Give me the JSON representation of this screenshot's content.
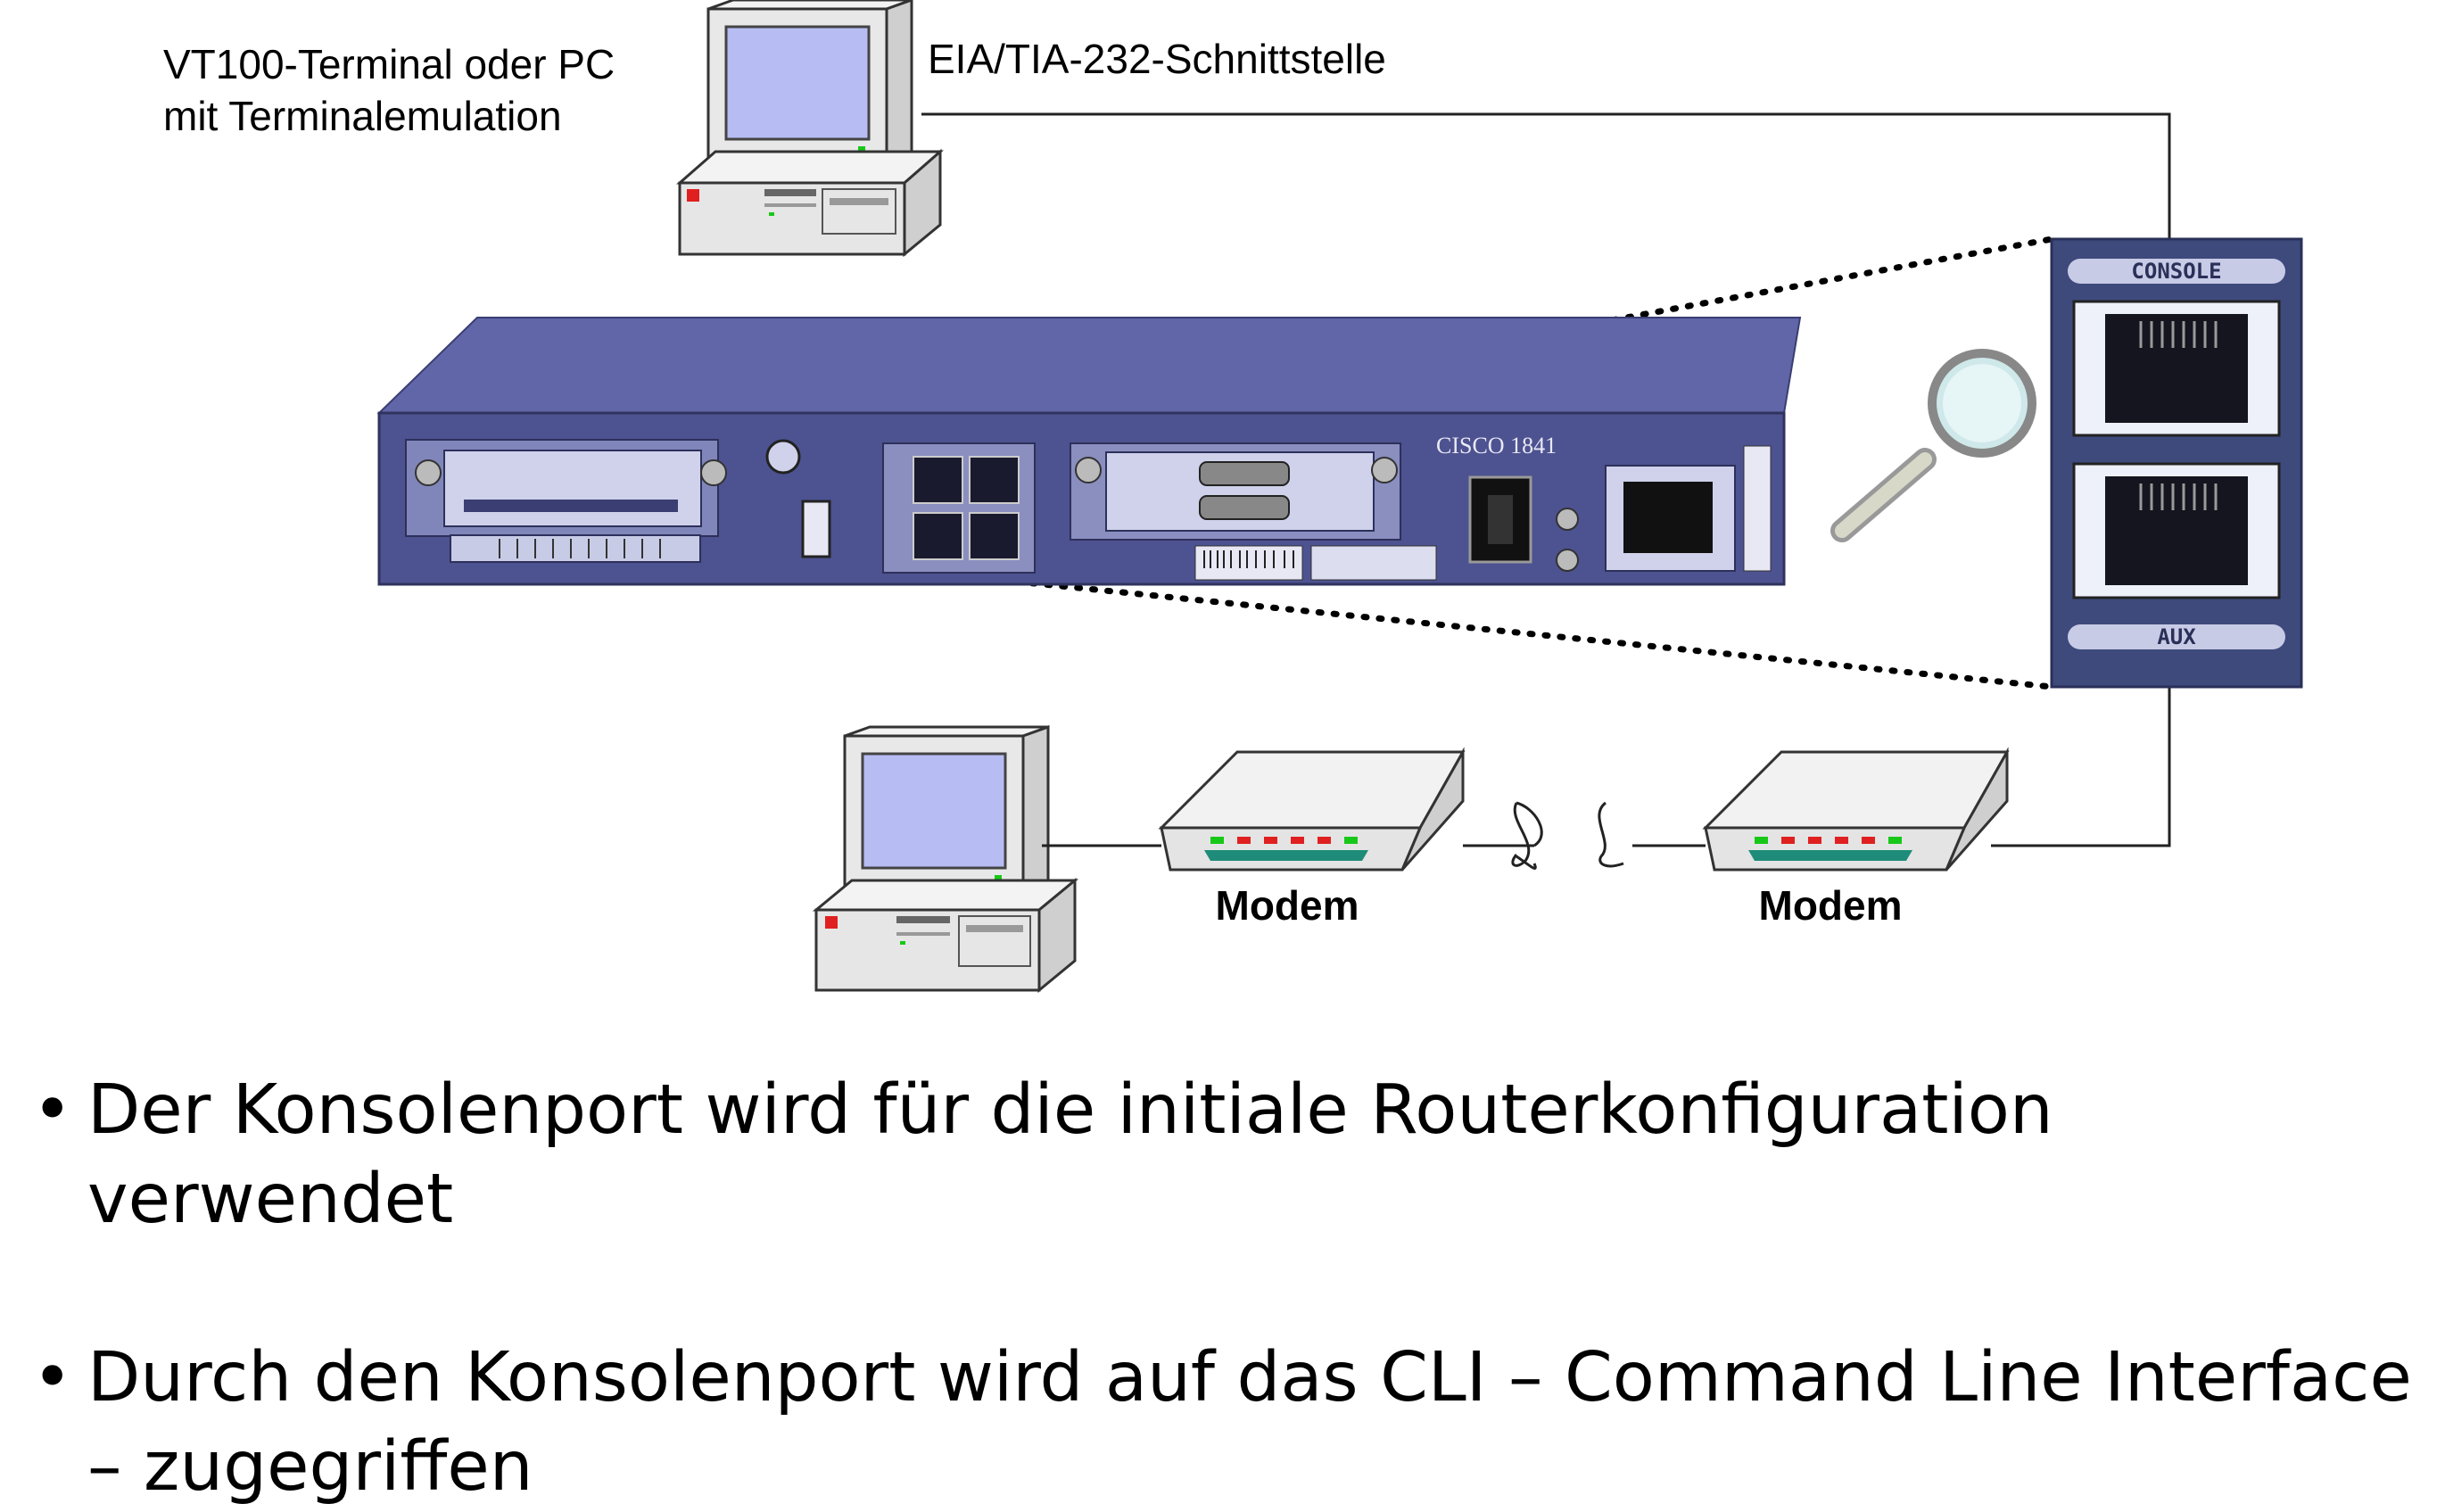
{
  "labels": {
    "terminal_line1": "VT100-Terminal oder PC",
    "terminal_line2": "mit Terminalemulation",
    "interface": "EIA/TIA-232-Schnittstelle",
    "modem_left": "Modem",
    "modem_right": "Modem"
  },
  "router": {
    "brand": "CISCO 1841",
    "console_label": "CONSOLE",
    "aux_label": "AUX"
  },
  "bullets": [
    "Der Konsolenport wird für die initiale Routerkonfiguration verwendet",
    "Durch den Konsolenport wird auf das CLI – Command Line Interface – zugegriffen"
  ],
  "colors": {
    "router_body": "#4a4f8c",
    "router_top": "#5a5fa0",
    "port_panel": "#3e4a7c",
    "screen": "#b7bdf3",
    "pc_beige": "#e6e6e6",
    "led_green": "#18c818",
    "led_red": "#e02020",
    "modem_strip": "#1e8c78"
  },
  "icons": {
    "pc_top": "desktop-pc-icon",
    "pc_bottom": "desktop-pc-icon",
    "modem": "modem-icon",
    "magnifier": "magnifier-icon",
    "router": "router-icon"
  }
}
